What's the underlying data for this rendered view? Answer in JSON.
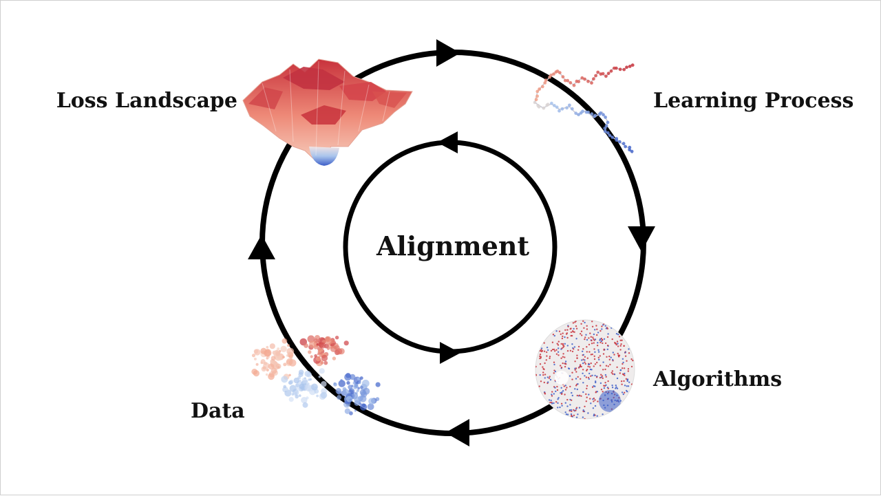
{
  "diagram": {
    "center_label": "Alignment",
    "stages": [
      {
        "id": "loss-landscape",
        "label": "Loss Landscape"
      },
      {
        "id": "learning-process",
        "label": "Learning Process"
      },
      {
        "id": "algorithms",
        "label": "Algorithms"
      },
      {
        "id": "data",
        "label": "Data"
      }
    ]
  },
  "colors": {
    "stroke": "#000000",
    "warm": "#c8323c",
    "warm_light": "#f2a38a",
    "cool": "#3c5ec8",
    "cool_light": "#a9c4ec"
  },
  "icons": [
    "3d-loss-surface-icon",
    "random-walk-icon",
    "network-graph-icon",
    "scatter-cloud-icon"
  ]
}
